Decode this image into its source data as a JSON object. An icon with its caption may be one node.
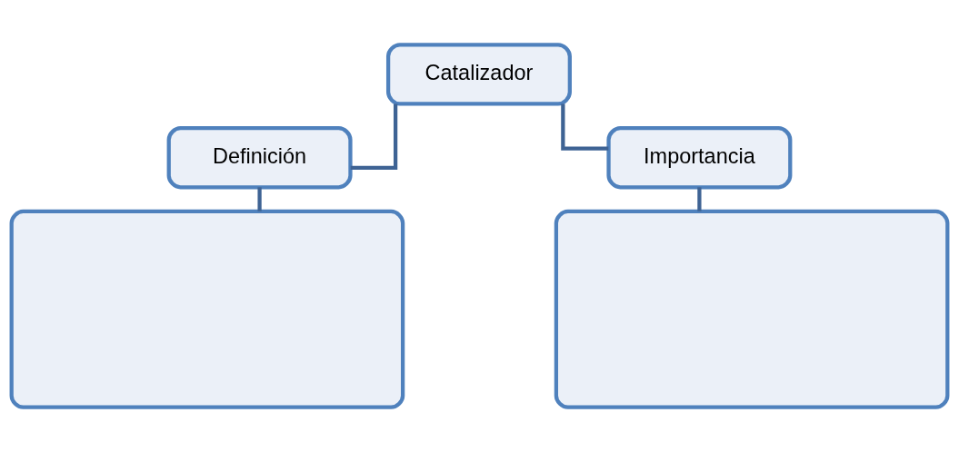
{
  "diagram": {
    "nodes": [
      {
        "text": [
          "Catalizador"
        ]
      },
      {
        "text": [
          "Definición"
        ]
      },
      {
        "text": [
          "Importancia"
        ]
      },
      {
        "text": [],
        "shape": "box"
      },
      {
        "text": [],
        "shape": "box"
      }
    ],
    "edges": [
      {
        "from": 0,
        "to": 1,
        "arrow": "none"
      },
      {
        "from": 0,
        "to": 2,
        "arrow": "none"
      },
      {
        "from": 1,
        "to": 3,
        "arrow": "none"
      },
      {
        "from": 2,
        "to": 4,
        "arrow": "none"
      }
    ]
  }
}
